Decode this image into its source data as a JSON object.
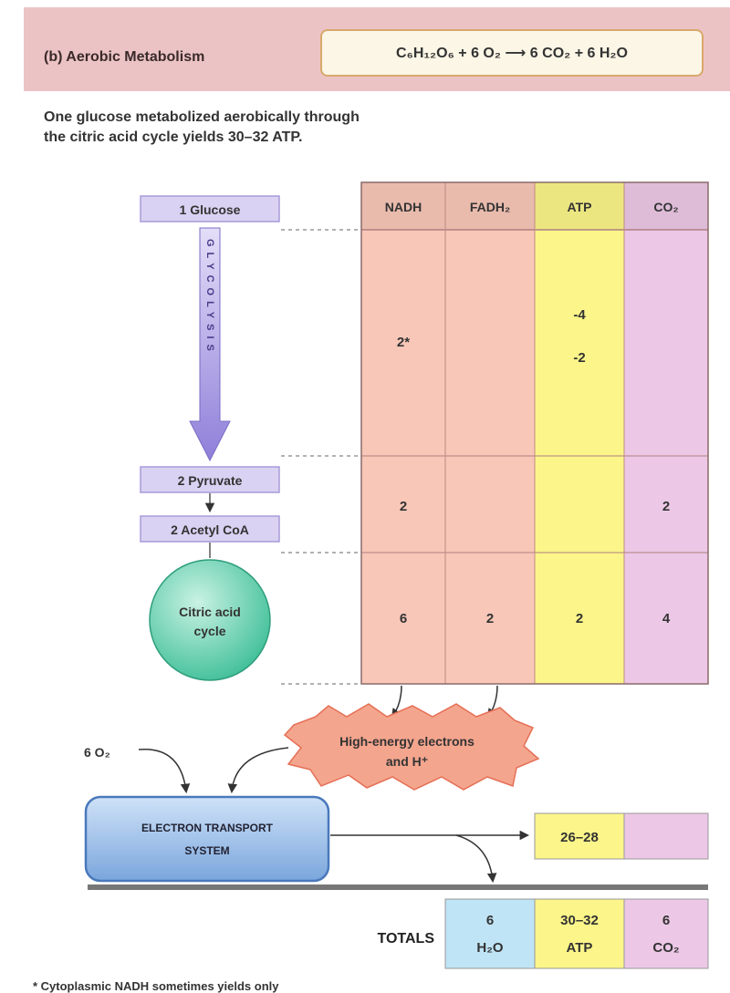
{
  "header": {
    "label": "(b) Aerobic Metabolism",
    "equation": "C₆H₁₂O₆ + 6 O₂ ⟶ 6 CO₂ + 6 H₂O"
  },
  "intro": {
    "line1": "One glucose metabolized aerobically through",
    "line2": "the citric acid cycle yields 30–32 ATP."
  },
  "pathway": {
    "glucose": "1 Glucose",
    "glycolysis": "GLYCOLYSIS",
    "pyruvate": "2 Pyruvate",
    "acetyl": "2 Acetyl CoA",
    "citric_line1": "Citric acid",
    "citric_line2": "cycle"
  },
  "table": {
    "headers": [
      "NADH",
      "FADH₂",
      "ATP",
      "CO₂"
    ],
    "rows": [
      {
        "nadh": "2*",
        "fadh": "",
        "atp_line1": "-4",
        "atp_line2": "-2",
        "co2": ""
      },
      {
        "nadh": "2",
        "fadh": "",
        "atp_line1": "",
        "atp_line2": "",
        "co2": "2"
      },
      {
        "nadh": "6",
        "fadh": "2",
        "atp_line1": "2",
        "atp_line2": "",
        "co2": "4"
      }
    ]
  },
  "electrons": {
    "line1": "High-energy electrons",
    "line2": "and H⁺"
  },
  "oxygen": "6 O₂",
  "ets": {
    "line1": "ELECTRON TRANSPORT",
    "line2": "SYSTEM"
  },
  "ets_atp": "26–28",
  "totals": {
    "label": "TOTALS",
    "water_num": "6",
    "water_unit": "H₂O",
    "atp_num": "30–32",
    "atp_unit": "ATP",
    "co2_num": "6",
    "co2_unit": "CO₂"
  },
  "colors": {
    "header_bg": "#ecc3c5",
    "nadh": "#f8c7b8",
    "atp": "#fbf58a",
    "co2": "#ecc8e6",
    "h2o": "#bfe4f5",
    "box_violet": "#d9d2f2",
    "citric": "#5fcfae",
    "ets": "#6e9fd8"
  },
  "footnote": "* Cytoplasmic NADH sometimes yields only"
}
